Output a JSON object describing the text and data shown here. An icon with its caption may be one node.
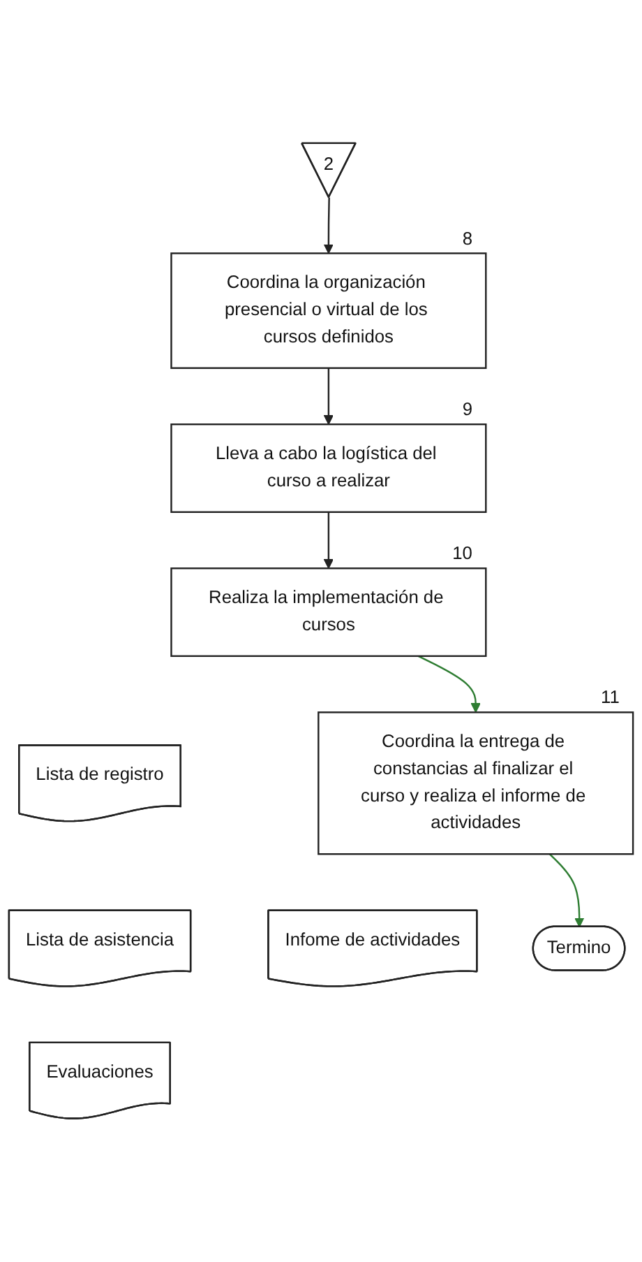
{
  "diagram": {
    "nodes": [
      {
        "text": [
          "2"
        ]
      },
      {
        "text": [
          "Coordina la organización presencial o virtual de los cursos definidos"
        ],
        "beside": [
          "8"
        ]
      },
      {
        "text": [
          "Lleva a cabo la logística del curso a realizar"
        ],
        "beside": [
          "9"
        ]
      },
      {
        "text": [
          "Realiza la implementación de cursos"
        ],
        "beside": [
          "10"
        ]
      },
      {
        "text": [
          "Lista de registro"
        ]
      },
      {
        "text": [
          "Lista de asistencia"
        ]
      },
      {
        "text": [
          "Evaluaciones"
        ]
      },
      {
        "text": [
          "Coordina la entrega de constancias al finalizar el curso y realiza el informe de actividades"
        ],
        "beside": [
          "11"
        ]
      },
      {
        "text": [
          "Infome de actividades"
        ]
      },
      {
        "text": [
          "Termino"
        ]
      }
    ],
    "edges": [
      {
        "from": 0,
        "to": 1,
        "arrow": "to"
      },
      {
        "from": 1,
        "to": 2,
        "arrow": "to"
      },
      {
        "from": 2,
        "to": 3,
        "arrow": "to"
      },
      {
        "from": 3,
        "to": 7,
        "arrow": "to",
        "color": "#2e7d32"
      },
      {
        "from": 7,
        "to": 9,
        "arrow": "to",
        "color": "#2e7d32"
      }
    ]
  }
}
